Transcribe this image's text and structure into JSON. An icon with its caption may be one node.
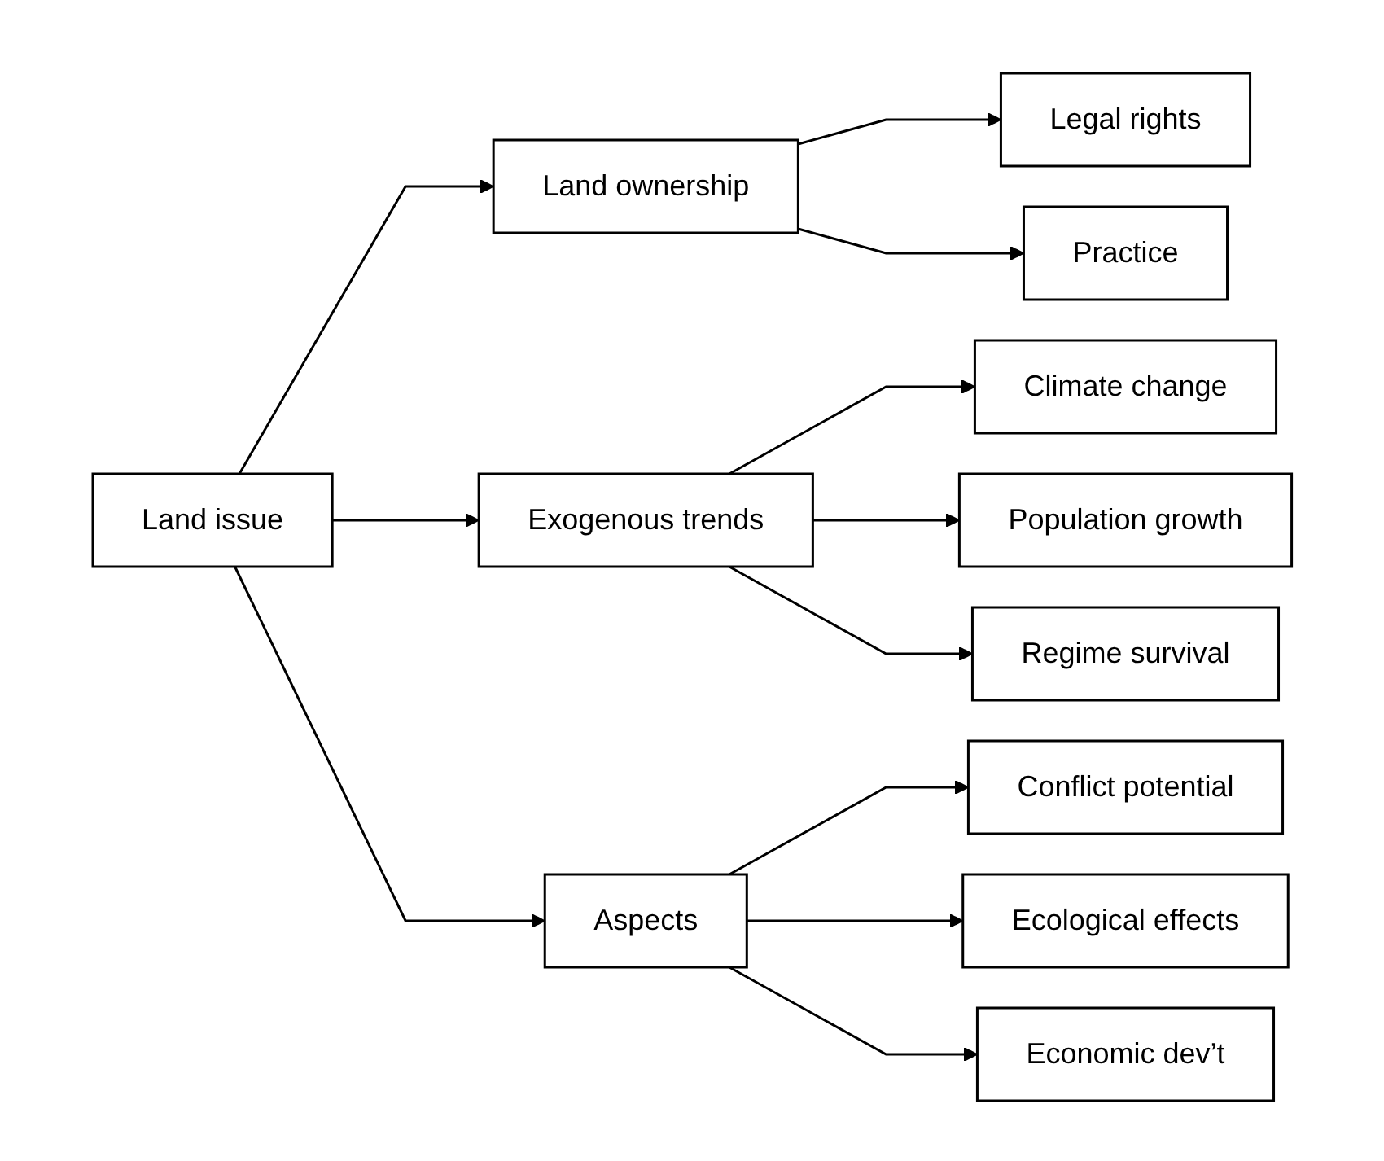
{
  "diagram": {
    "nodes": [
      {
        "text": [
          "Land issue"
        ]
      },
      {
        "text": [
          "Land ownership"
        ]
      },
      {
        "text": [
          "Exogenous trends"
        ]
      },
      {
        "text": [
          "Aspects"
        ]
      },
      {
        "text": [
          "Legal rights"
        ]
      },
      {
        "text": [
          "Practice"
        ]
      },
      {
        "text": [
          "Climate change"
        ]
      },
      {
        "text": [
          "Population growth"
        ]
      },
      {
        "text": [
          "Regime survival"
        ]
      },
      {
        "text": [
          "Conflict potential"
        ]
      },
      {
        "text": [
          "Ecological effects"
        ]
      },
      {
        "text": [
          "Economic dev’t"
        ]
      }
    ],
    "edges": [
      {
        "from": 0,
        "to": 1,
        "arrow": "to"
      },
      {
        "from": 0,
        "to": 2,
        "arrow": "to"
      },
      {
        "from": 0,
        "to": 3,
        "arrow": "to"
      },
      {
        "from": 1,
        "to": 4,
        "arrow": "to"
      },
      {
        "from": 1,
        "to": 5,
        "arrow": "to"
      },
      {
        "from": 2,
        "to": 6,
        "arrow": "to"
      },
      {
        "from": 2,
        "to": 7,
        "arrow": "to"
      },
      {
        "from": 2,
        "to": 8,
        "arrow": "to"
      },
      {
        "from": 3,
        "to": 9,
        "arrow": "to"
      },
      {
        "from": 3,
        "to": 10,
        "arrow": "to"
      },
      {
        "from": 3,
        "to": 11,
        "arrow": "to"
      }
    ]
  }
}
